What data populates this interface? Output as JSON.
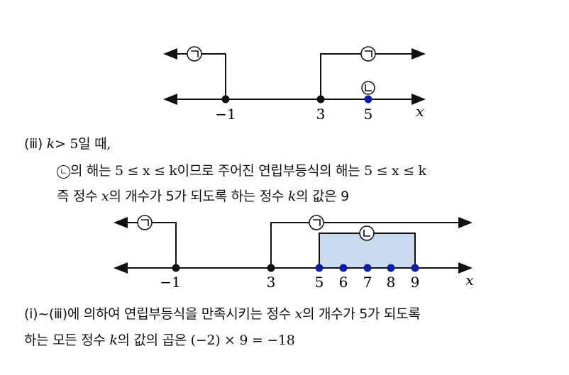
{
  "figure1": {
    "labels": {
      "a": "-1",
      "b": "3",
      "c": "5",
      "axis": "x"
    },
    "marks": {
      "g": "ㄱ",
      "n": "ㄴ"
    }
  },
  "case3": {
    "heading_num": "(ⅲ)",
    "heading_k": "k",
    "heading_rest": "> 5일 때,",
    "line1_mark": "ㄴ",
    "line1_a": "의 해는",
    "line1_math": "5 ≤ x ≤ k",
    "line1_b": "이므로 주어진 연립부등식의 해는",
    "line1_math2": "5 ≤ x ≤ k",
    "line2_a": "즉 정수",
    "line2_x": "x",
    "line2_b": "의 개수가 5가 되도록 하는 정수",
    "line2_k": "k",
    "line2_c": "의 값은 9"
  },
  "figure2": {
    "labels": {
      "a": "-1",
      "b": "3",
      "t5": "5",
      "t6": "6",
      "t7": "7",
      "t8": "8",
      "t9": "9",
      "axis": "x"
    },
    "marks": {
      "g": "ㄱ",
      "n": "ㄴ"
    },
    "fill_color": "#c9d9f0",
    "dot_color": "#0d1fa0"
  },
  "conclusion": {
    "line1_a": "(ⅰ)~(ⅲ)에 의하여 연립부등식을 만족시키는 정수",
    "line1_x": "x",
    "line1_b": "의 개수가 5가 되도록",
    "line2_a": "하는 모든 정수",
    "line2_k": "k",
    "line2_b": "의 값의 곱은",
    "line2_math": "(−2) × 9 = −18"
  }
}
